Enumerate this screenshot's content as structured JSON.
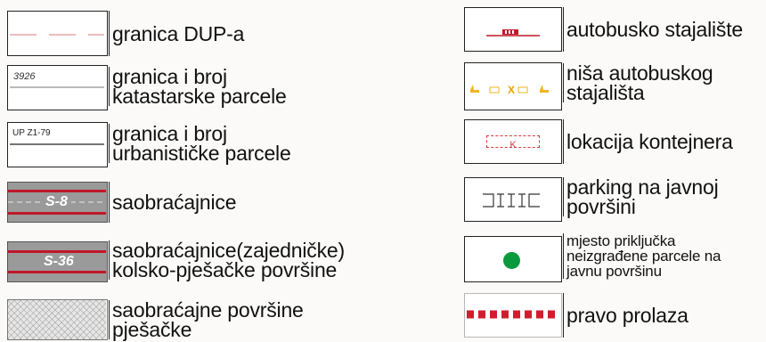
{
  "legend_left": [
    {
      "id": "granica-dup",
      "lines": [
        "granica DUP-a"
      ],
      "swatch_text": ""
    },
    {
      "id": "katastarska-parcela",
      "lines": [
        "granica i broj",
        "katastarske parcele"
      ],
      "swatch_text": "3926"
    },
    {
      "id": "urbanisticka-parcela",
      "lines": [
        "granica i broj",
        "urbanističke parcele"
      ],
      "swatch_text": "UP Z1-79"
    },
    {
      "id": "saobracajnice",
      "lines": [
        "saobraćajnice"
      ],
      "swatch_text": "S-8"
    },
    {
      "id": "saobracajnice-zajednicke",
      "lines": [
        "saobraćajnice(zajedničke)",
        "kolsko-pješačke površine"
      ],
      "swatch_text": "S-36"
    },
    {
      "id": "pjesacke-povrsine",
      "lines": [
        "saobraćajne površine",
        "pješačke"
      ],
      "swatch_text": ""
    }
  ],
  "legend_right": [
    {
      "id": "autobusko-stajaliste",
      "lines": [
        "autobusko stajalište"
      ],
      "swatch_text": ""
    },
    {
      "id": "nisa-stajalista",
      "lines": [
        "niša autobuskog",
        "stajališta"
      ],
      "swatch_text": ""
    },
    {
      "id": "kontejneri",
      "lines": [
        "lokacija kontejnera"
      ],
      "swatch_text": "K"
    },
    {
      "id": "parking",
      "lines": [
        "parking na javnoj",
        "površini"
      ],
      "swatch_text": ""
    },
    {
      "id": "prikljucak",
      "lines": [
        "mjesto priključka",
        "neizgrađene parcele na",
        "javnu površinu"
      ],
      "swatch_text": ""
    },
    {
      "id": "pravo-prolaza",
      "lines": [
        "pravo prolaza"
      ],
      "swatch_text": ""
    }
  ],
  "colors": {
    "road_red": "#c0182a",
    "road_gray": "#8a8a8a",
    "nisa_yellow": "#f2b51c",
    "green_dot": "#0a9a3e",
    "container_red": "#d93a3a"
  }
}
